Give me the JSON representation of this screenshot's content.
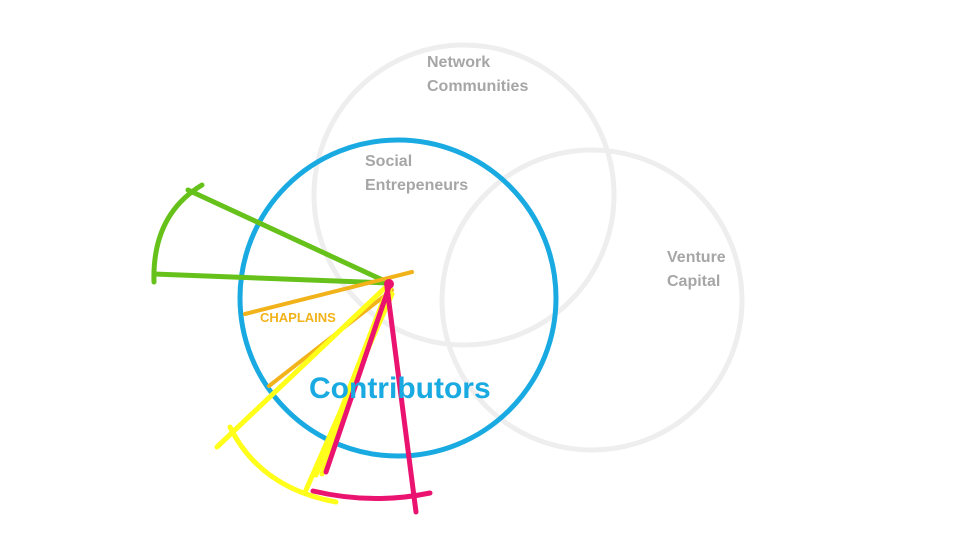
{
  "labels": {
    "network_line1": "Network",
    "network_line2": "Communities",
    "social_line1": "Social",
    "social_line2": "Entrepeneurs",
    "venture_line1": "Venture",
    "venture_line2": "Capital",
    "chaplains": "CHAPLAINS",
    "contributors": "Contributors"
  },
  "colors": {
    "gray_circle": "#eeeeee",
    "gray_text": "#a6a6a6",
    "blue": "#1aaae2",
    "green": "#66c21a",
    "orange": "#f2b21a",
    "yellow": "#ffff1a",
    "magenta": "#ea1370"
  }
}
